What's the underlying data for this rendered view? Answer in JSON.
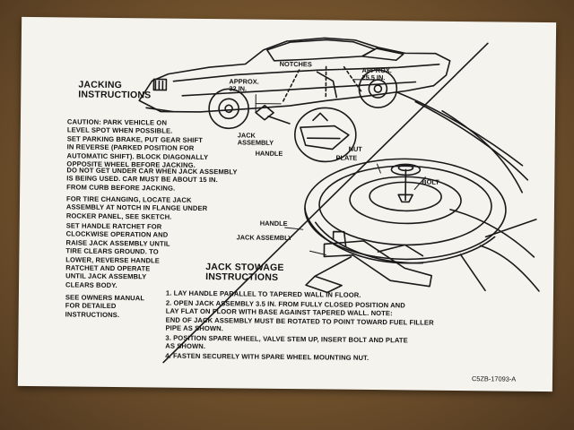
{
  "jacking": {
    "title": "JACKING\nINSTRUCTIONS",
    "caution": "CAUTION: PARK VEHICLE ON\nLEVEL SPOT WHEN POSSIBLE.\nSET PARKING BRAKE, PUT GEAR SHIFT\nIN REVERSE (PARKED POSITION FOR\nAUTOMATIC SHIFT). BLOCK DIAGONALLY\nOPPOSITE WHEEL BEFORE JACKING.",
    "warning": "DO NOT GET UNDER CAR WHEN JACK ASSEMBLY\nIS BEING USED. CAR MUST BE ABOUT 15 IN.\nFROM CURB BEFORE JACKING.",
    "tire_change": "FOR TIRE CHANGING, LOCATE JACK\nASSEMBLY AT NOTCH IN FLANGE UNDER\nROCKER PANEL, SEE SKETCH.",
    "ratchet": "SET HANDLE RATCHET FOR\nCLOCKWISE OPERATION AND\nRAISE JACK ASSEMBLY UNTIL\nTIRE CLEARS GROUND. TO\nLOWER, REVERSE HANDLE\nRATCHET AND OPERATE\nUNTIL JACK ASSEMBLY\nCLEARS BODY.",
    "see_manual": "SEE OWNERS MANUAL\nFOR DETAILED\nINSTRUCTIONS."
  },
  "car_labels": {
    "notches": "NOTCHES",
    "approx_front": "APPROX.\n32 IN.",
    "approx_rear": "APPROX.\n25.5 IN.",
    "jack_assembly": "JACK\nASSEMBLY",
    "handle": "HANDLE"
  },
  "trunk_labels": {
    "nut": "NUT",
    "plate": "PLATE",
    "bolt": "BOLT",
    "handle": "HANDLE",
    "jack_assembly": "JACK ASSEMBLY"
  },
  "stowage": {
    "title": "JACK STOWAGE\nINSTRUCTIONS",
    "step1": "1. LAY HANDLE PARALLEL TO TAPERED WALL IN FLOOR.",
    "step2": "2. OPEN JACK ASSEMBLY 3.5 IN. FROM FULLY CLOSED POSITION AND\n    LAY FLAT ON FLOOR WITH BASE AGAINST TAPERED WALL. NOTE:\n    END OF JACK ASSEMBLY MUST BE ROTATED TO POINT TOWARD FUEL FILLER\n    PIPE AS SHOWN.",
    "step3": "3. POSITION SPARE WHEEL, VALVE STEM UP, INSERT BOLT AND PLATE\n    AS SHOWN.",
    "step4": "4. FASTEN SECURELY WITH SPARE WHEEL MOUNTING NUT."
  },
  "part_number": "C5ZB-17093-A"
}
